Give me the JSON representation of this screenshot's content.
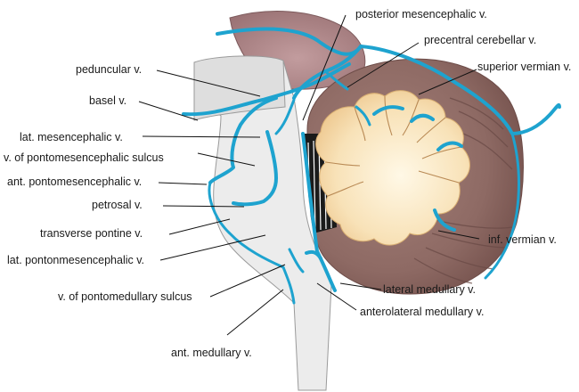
{
  "labels": {
    "posterior_mesencephalic": "posterior mesencephalic v.",
    "precentral_cerebellar": "precentral cerebellar v.",
    "superior_vermian": "superior vermian v.",
    "peduncular": "peduncular v.",
    "basel": "basel v.",
    "lat_mesencephalic": "lat. mesencephalic v.",
    "pontomesencephalic_sulcus": "v. of pontomesencephalic sulcus",
    "ant_pontomesencephalic": "ant. pontomesencephalic v.",
    "petrosal": "petrosal v.",
    "transverse_pontine": "transverse pontine v.",
    "lat_pontonmesencephalic": "lat. pontonmesencephalic v.",
    "pontomedullary_sulcus": "v. of pontomedullary sulcus",
    "ant_medullary": "ant. medullary v.",
    "inf_vermian": "inf. vermian v.",
    "lateral_medullary": "lateral medullary v.",
    "anterolateral_medullary": "anterolateral medullary  v."
  },
  "colors": {
    "vein": "#1ea3cf",
    "cerebellum_outer": "#8e6a64",
    "cerebellum_inner": "#f6dcb0",
    "brainstem": "#ececec",
    "tentorium": "#b0888a"
  }
}
